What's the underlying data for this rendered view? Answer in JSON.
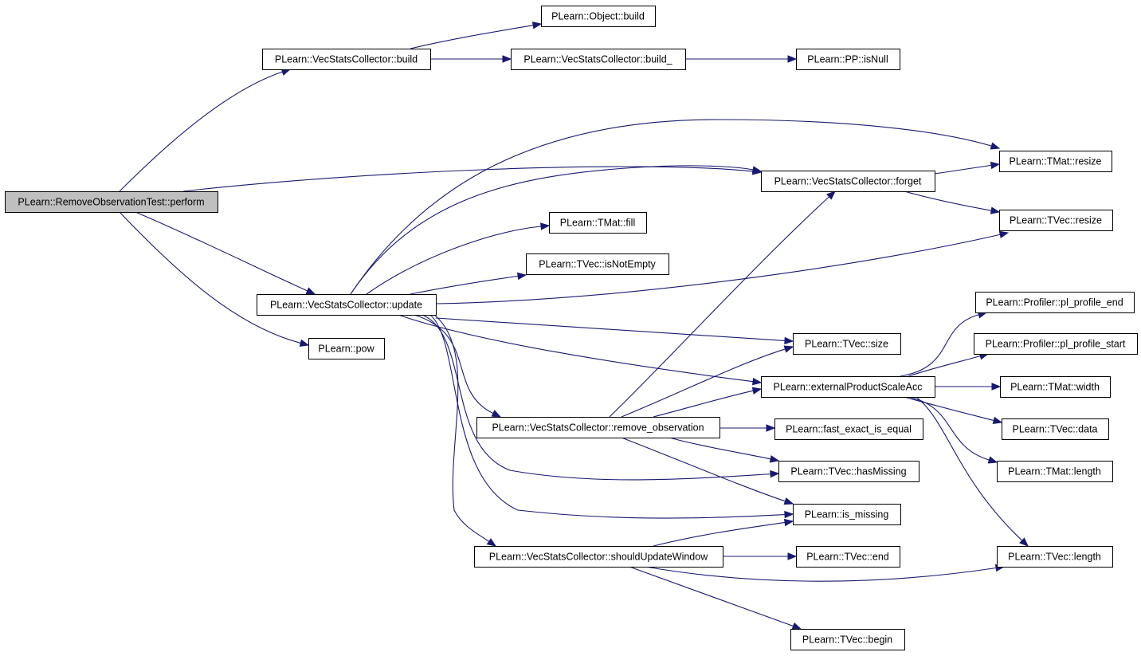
{
  "colors": {
    "edge": "#191970",
    "node_fill": "#ffffff",
    "root_fill": "#bfbfbf",
    "node_border": "#000000"
  },
  "nodes": [
    {
      "id": "perform",
      "label": "PLearn::RemoveObservationTest::perform",
      "root": true
    },
    {
      "id": "vsc_build",
      "label": "PLearn::VecStatsCollector::build"
    },
    {
      "id": "obj_build",
      "label": "PLearn::Object::build"
    },
    {
      "id": "vsc_build_",
      "label": "PLearn::VecStatsCollector::build_"
    },
    {
      "id": "pp_isnull",
      "label": "PLearn::PP::isNull"
    },
    {
      "id": "tmat_resize",
      "label": "PLearn::TMat::resize"
    },
    {
      "id": "vsc_forget",
      "label": "PLearn::VecStatsCollector::forget"
    },
    {
      "id": "tvec_resize",
      "label": "PLearn::TVec::resize"
    },
    {
      "id": "tmat_fill",
      "label": "PLearn::TMat::fill"
    },
    {
      "id": "tvec_isnotempty",
      "label": "PLearn::TVec::isNotEmpty"
    },
    {
      "id": "vsc_update",
      "label": "PLearn::VecStatsCollector::update"
    },
    {
      "id": "pl_profile_end",
      "label": "PLearn::Profiler::pl_profile_end"
    },
    {
      "id": "pow",
      "label": "PLearn::pow"
    },
    {
      "id": "tvec_size",
      "label": "PLearn::TVec::size"
    },
    {
      "id": "pl_profile_start",
      "label": "PLearn::Profiler::pl_profile_start"
    },
    {
      "id": "epsa",
      "label": "PLearn::externalProductScaleAcc"
    },
    {
      "id": "tmat_width",
      "label": "PLearn::TMat::width"
    },
    {
      "id": "remove_obs",
      "label": "PLearn::VecStatsCollector::remove_observation"
    },
    {
      "id": "fast_equal",
      "label": "PLearn::fast_exact_is_equal"
    },
    {
      "id": "tvec_data",
      "label": "PLearn::TVec::data"
    },
    {
      "id": "tmat_length",
      "label": "PLearn::TMat::length"
    },
    {
      "id": "tvec_hasmissing",
      "label": "PLearn::TVec::hasMissing"
    },
    {
      "id": "is_missing",
      "label": "PLearn::is_missing"
    },
    {
      "id": "should_update",
      "label": "PLearn::VecStatsCollector::shouldUpdateWindow"
    },
    {
      "id": "tvec_end",
      "label": "PLearn::TVec::end"
    },
    {
      "id": "tvec_length",
      "label": "PLearn::TVec::length"
    },
    {
      "id": "tvec_begin",
      "label": "PLearn::TVec::begin"
    }
  ],
  "edges": [
    [
      "perform",
      "vsc_build"
    ],
    [
      "perform",
      "vsc_forget"
    ],
    [
      "perform",
      "vsc_update"
    ],
    [
      "perform",
      "pow"
    ],
    [
      "vsc_build",
      "obj_build"
    ],
    [
      "vsc_build",
      "vsc_build_"
    ],
    [
      "vsc_build_",
      "pp_isnull"
    ],
    [
      "vsc_forget",
      "tmat_resize"
    ],
    [
      "vsc_forget",
      "tvec_resize"
    ],
    [
      "vsc_update",
      "tmat_resize"
    ],
    [
      "vsc_update",
      "vsc_forget"
    ],
    [
      "vsc_update",
      "tmat_fill"
    ],
    [
      "vsc_update",
      "tvec_isnotempty"
    ],
    [
      "vsc_update",
      "tvec_resize"
    ],
    [
      "vsc_update",
      "tvec_size"
    ],
    [
      "vsc_update",
      "epsa"
    ],
    [
      "vsc_update",
      "remove_obs"
    ],
    [
      "vsc_update",
      "tvec_hasmissing"
    ],
    [
      "vsc_update",
      "is_missing"
    ],
    [
      "vsc_update",
      "should_update"
    ],
    [
      "remove_obs",
      "vsc_forget"
    ],
    [
      "remove_obs",
      "tvec_size"
    ],
    [
      "remove_obs",
      "epsa"
    ],
    [
      "remove_obs",
      "fast_equal"
    ],
    [
      "remove_obs",
      "tvec_hasmissing"
    ],
    [
      "remove_obs",
      "is_missing"
    ],
    [
      "epsa",
      "pl_profile_end"
    ],
    [
      "epsa",
      "pl_profile_start"
    ],
    [
      "epsa",
      "tmat_width"
    ],
    [
      "epsa",
      "tvec_data"
    ],
    [
      "epsa",
      "tmat_length"
    ],
    [
      "epsa",
      "tvec_length"
    ],
    [
      "should_update",
      "is_missing"
    ],
    [
      "should_update",
      "tvec_end"
    ],
    [
      "should_update",
      "tvec_length"
    ],
    [
      "should_update",
      "tvec_begin"
    ]
  ]
}
